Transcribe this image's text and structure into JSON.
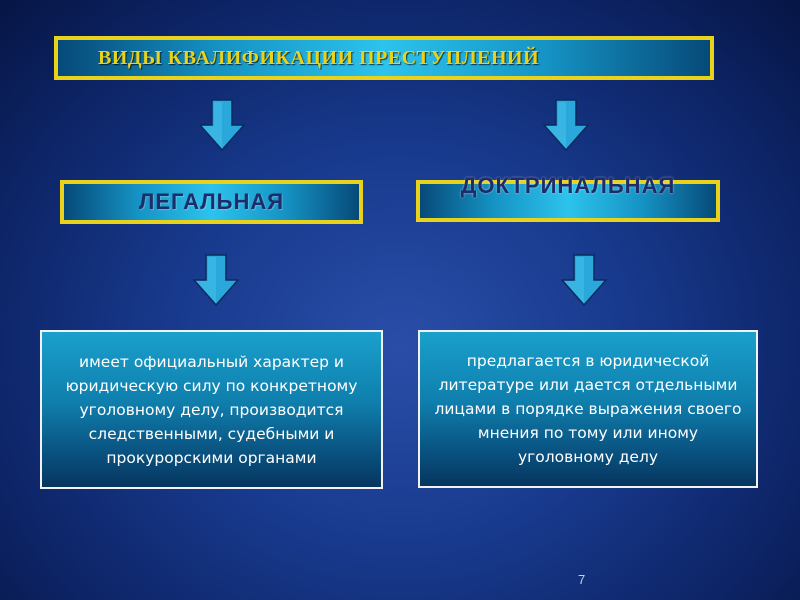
{
  "title": "ВИДЫ КВАЛИФИКАЦИИ ПРЕСТУПЛЕНИЙ",
  "left": {
    "heading": "ЛЕГАЛЬНАЯ",
    "description": "имеет официальный характер и юридическую силу по конкретному уголовному делу, производится следственными, судебными и прокурорскими органами"
  },
  "right": {
    "heading": "ДОКТРИНАЛЬНАЯ",
    "description": "предлагается в юридической литературе или дается отдельными лицами в порядке выражения своего мнения по тому или иному уголовному делу"
  },
  "page_number": "7",
  "colors": {
    "border_gold": "#e8d21c",
    "title_text": "#e8d21c",
    "heading_text": "#1f2c6a",
    "box_cyan": "#2cc3ec",
    "arrow_fill": "#2aa8dc",
    "background": "#183a8e"
  },
  "icons": [
    "arrow-down-icon"
  ]
}
